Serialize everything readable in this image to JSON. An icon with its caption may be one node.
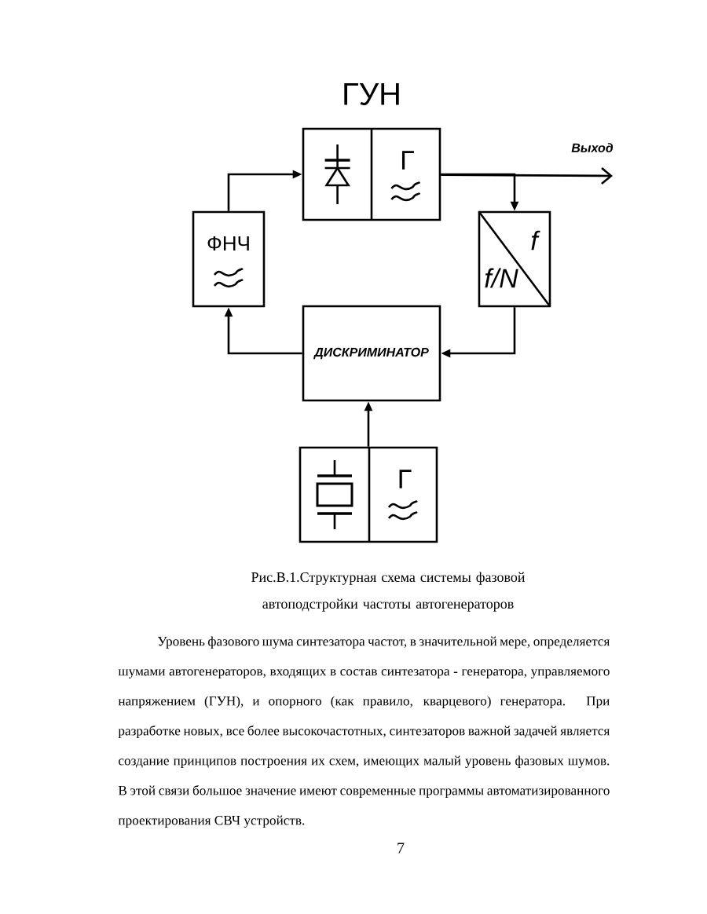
{
  "diagram": {
    "caption": "Рис.В.1.Структурная схема системы фазовой автоподстройки частоты автогенераторов",
    "nodes": [
      {
        "text": [
          "ГУН",
          "Г"
        ]
      },
      {
        "text": [
          "ФНЧ"
        ]
      },
      {
        "text": [
          "f",
          "f/N"
        ]
      },
      {
        "text": [
          "ДИСКРИМИНАТОР"
        ]
      },
      {
        "text": [
          "Г"
        ]
      }
    ],
    "edges": [
      {
        "from": 0,
        "to": null,
        "arrow": "to",
        "label": "Выход"
      },
      {
        "from": 0,
        "to": 2,
        "arrow": "to"
      },
      {
        "from": 2,
        "to": 3,
        "arrow": "to"
      },
      {
        "from": 3,
        "to": 1,
        "arrow": "to"
      },
      {
        "from": 1,
        "to": 0,
        "arrow": "to"
      },
      {
        "from": 4,
        "to": 3,
        "arrow": "to"
      }
    ],
    "labels": [
      "Уровень фазового шума синтезатора частот, в значительной мере, определяется шумами автогенераторов, входящих в состав синтезатора - генератора, управляемого напряжением (ГУН), и опорного (как правило, кварцевого) генератора. При разработке новых, все более высокочастотных, синтезаторов важной задачей является создание принципов построения их схем, имеющих малый уровень фазовых шумов. В этой связи большое значение имеют современные программы автоматизированного проектирования СВЧ устройств.",
      "7"
    ]
  }
}
